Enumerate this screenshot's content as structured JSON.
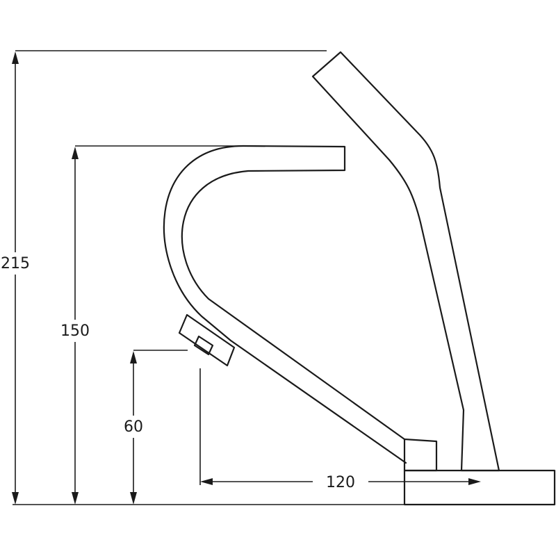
{
  "dimensions": {
    "overall_height": "215",
    "spout_height": "150",
    "outlet_height": "60",
    "spout_reach": "120"
  }
}
